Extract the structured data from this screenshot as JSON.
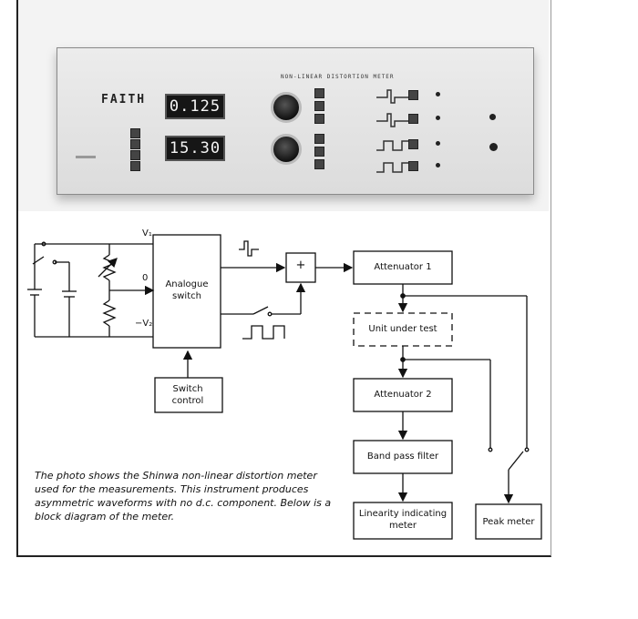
{
  "photo": {
    "brand": "FAITH",
    "panel_title": "NON-LINEAR DISTORTION METER",
    "display_top": "0.125",
    "display_bottom": "15.30"
  },
  "diagram": {
    "signals": {
      "v1": "V₁",
      "zero": "0",
      "v2": "−V₂"
    },
    "blocks": {
      "analogue_switch": "Analogue switch",
      "switch_control": "Switch control",
      "summer": "+",
      "attenuator1": "Attenuator 1",
      "unit_under_test": "Unit under test",
      "attenuator2": "Attenuator 2",
      "band_pass": "Band pass filter",
      "linearity": "Linearity indicating meter",
      "peak_meter": "Peak meter"
    }
  },
  "caption": "The photo shows the Shinwa non-linear distortion meter used for the measurements. This instrument produces asymmetric waveforms with no d.c. component. Below is a block diagram of the meter."
}
